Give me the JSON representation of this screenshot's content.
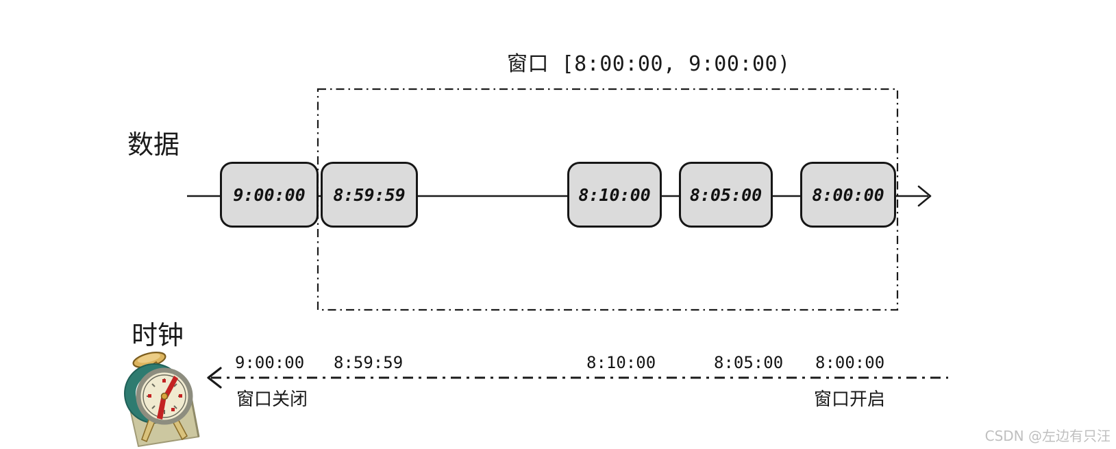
{
  "title": "窗口 [8:00:00, 9:00:00)",
  "data_section": {
    "label": "数据",
    "events": [
      "9:00:00",
      "8:59:59",
      "8:10:00",
      "8:05:00",
      "8:00:00"
    ]
  },
  "clock_section": {
    "label": "时钟",
    "ticks": [
      "9:00:00",
      "8:59:59",
      "8:10:00",
      "8:05:00",
      "8:00:00"
    ],
    "window_close_label": "窗口关闭",
    "window_open_label": "窗口开启"
  },
  "watermark": "CSDN @左边有只汪",
  "icons": {
    "clock_illustration": "alarm-clock-icon",
    "data_timeline_arrow": "arrow-right-icon",
    "clock_timeline_arrow": "arrow-left-icon"
  },
  "colors": {
    "stroke": "#1a1a1a",
    "event_box_fill": "#dbdbdb",
    "clock_teal": "#2e7b70",
    "clock_face": "#f0ead0",
    "clock_hands_red": "#c32222",
    "clock_pad": "#ccc7a0",
    "watermark_gray": "#bfbfbf"
  }
}
